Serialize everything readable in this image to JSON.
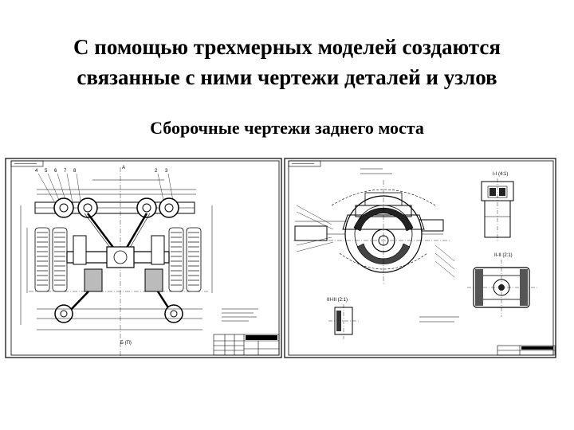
{
  "slide": {
    "title_line1": "С помощью трехмерных моделей создаются",
    "title_line2": "связанные с ними чертежи деталей и узлов",
    "subtitle": "Сборочные чертежи заднего моста"
  },
  "drawings": {
    "left": {
      "section_label": "Б (П)"
    },
    "right": {
      "section_top": "I-I (4:1)",
      "section_mid": "II-II (2:1)",
      "section_bottom": "III-III (2:1)"
    }
  },
  "colors": {
    "background": "#ffffff",
    "ink": "#000000"
  }
}
